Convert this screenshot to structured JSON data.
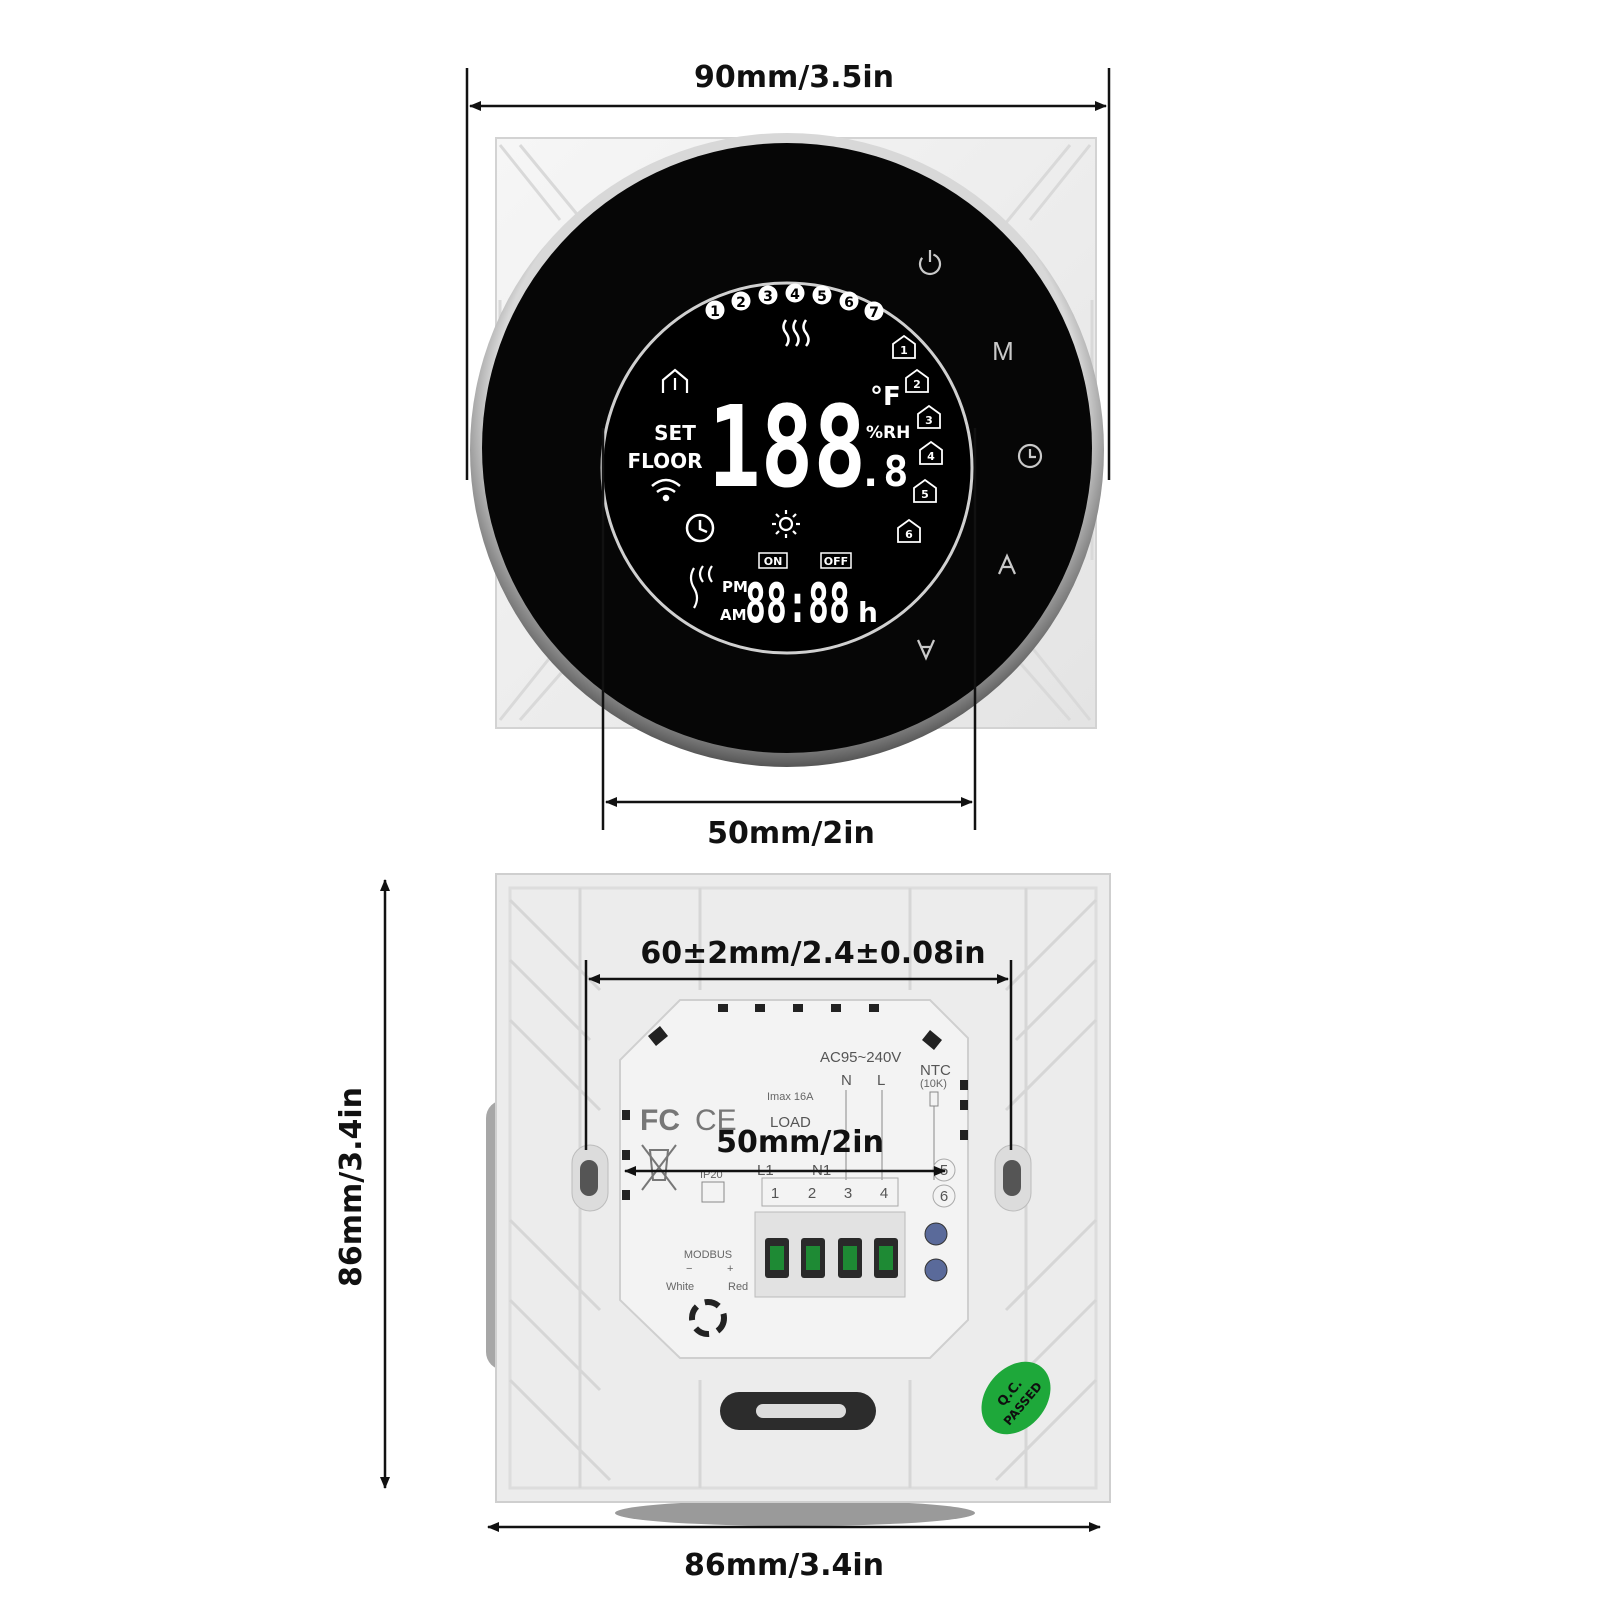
{
  "dimensions": {
    "top_width": "90mm/3.5in",
    "screen_width": "50mm/2in",
    "hole_spacing": "60±2mm/2.4±0.08in",
    "back_inner": "50mm/2in",
    "back_height": "86mm/3.4in",
    "back_width": "86mm/3.4in"
  },
  "display": {
    "program_numbers": [
      "1",
      "2",
      "3",
      "4",
      "5",
      "6",
      "7"
    ],
    "temp_digits": "188",
    "unit_f": "°F",
    "humidity": "%RH",
    "decimal": ".8",
    "set": "SET",
    "floor": "FLOOR",
    "on": "ON",
    "off": "OFF",
    "pm": "PM",
    "am": "AM",
    "time": "88:88",
    "h": "h",
    "periods": [
      "1",
      "2",
      "3",
      "4",
      "5",
      "6"
    ]
  },
  "buttons": {
    "power": "power-icon",
    "mode": "M",
    "clock": "clock-icon",
    "up": "up-arrow-icon",
    "down": "down-arrow-icon"
  },
  "back_labels": {
    "voltage": "AC95~240V",
    "n": "N",
    "l": "L",
    "ntc": "NTC",
    "ntc_val": "(10K)",
    "imax": "Imax 16A",
    "fc": "FC",
    "ce": "CE",
    "load": "LOAD",
    "ip": "IP20",
    "l1": "L1",
    "n1": "N1",
    "terminals": [
      "1",
      "2",
      "3",
      "4"
    ],
    "t5": "5",
    "t6": "6",
    "modbus": "MODBUS",
    "white": "White",
    "red": "Red",
    "minus": "−",
    "plus": "+",
    "qc1": "Q.C.",
    "qc2": "PASSED"
  },
  "colors": {
    "bezel": "#a9a9a9",
    "glass": "#050505",
    "backplate": "#ececec",
    "qc_green": "#1ea83a"
  }
}
